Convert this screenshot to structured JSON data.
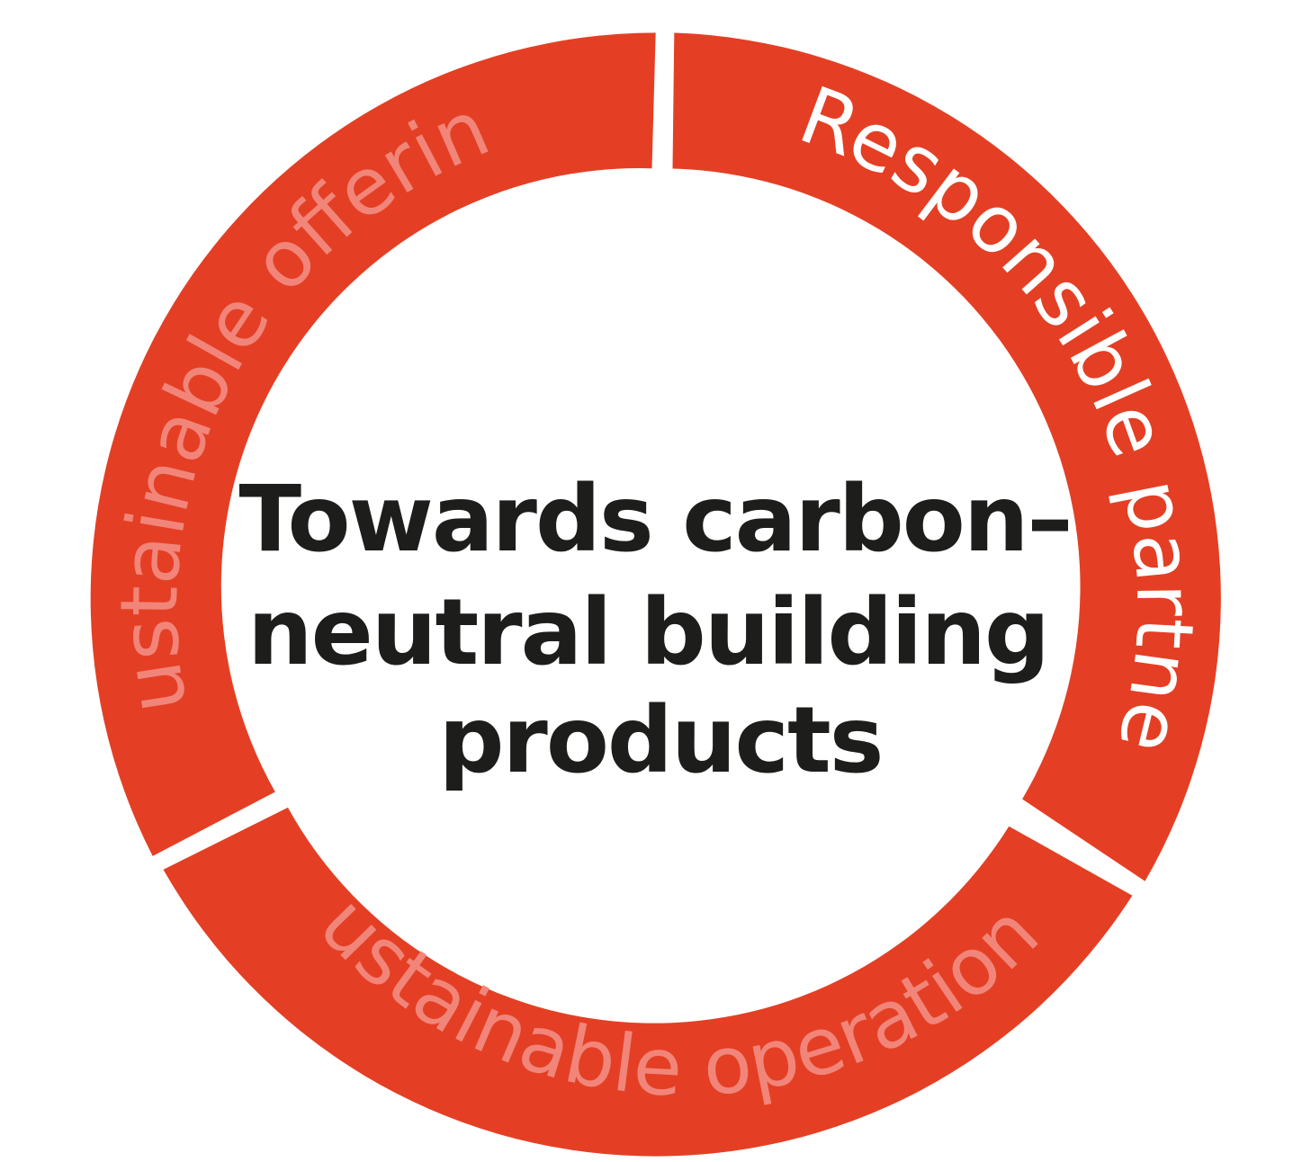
{
  "diagram": {
    "center": {
      "lines": [
        "Towards carbon–",
        "neutral building",
        "products"
      ]
    },
    "segments": [
      {
        "label": "Responsible partner",
        "text_color": "#ffffff"
      },
      {
        "label": "Sustainable operations",
        "text_color": "#f2857a"
      },
      {
        "label": "Sustainable offering",
        "text_color": "#f2857a"
      }
    ],
    "colors": {
      "ring": "#e43f24",
      "background": "#ffffff",
      "center_text": "#1d1d1b"
    }
  }
}
